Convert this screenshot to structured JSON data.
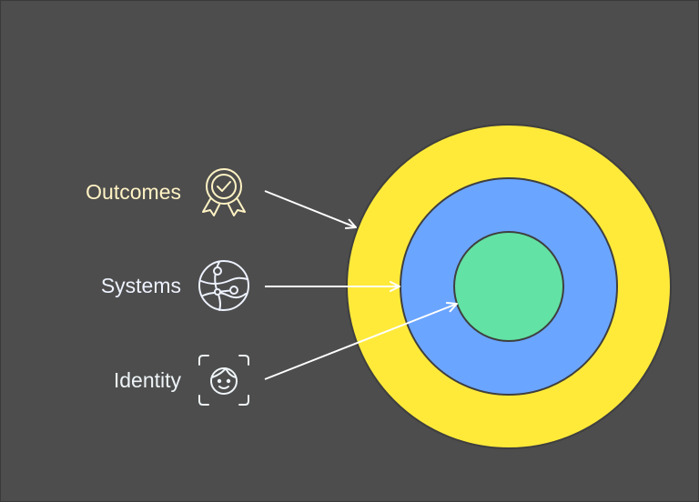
{
  "labels": {
    "outcomes": "Outcomes",
    "systems": "Systems",
    "identity": "Identity"
  },
  "icons": {
    "outcomes": "award-badge-icon",
    "systems": "globe-network-icon",
    "identity": "face-scan-icon"
  },
  "colors": {
    "background": "#4d4d4d",
    "outer_ring": "#ffea3a",
    "middle_ring": "#6aa5ff",
    "inner_circle": "#62e2a4",
    "outline": "#3f3f3f",
    "arrows": "#ffffff"
  }
}
